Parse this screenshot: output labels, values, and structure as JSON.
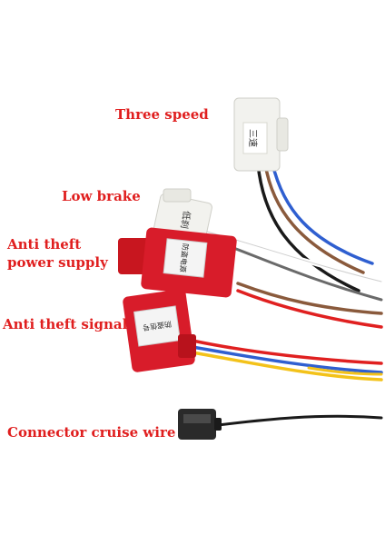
{
  "labels": {
    "three_speed": "Three speed",
    "low_brake": "Low brake",
    "anti_theft_power": "Anti theft\npower supply",
    "anti_theft_signal": "Anti theft signal",
    "cruise_wire": "Connector cruise wire"
  },
  "connector_tags": {
    "three_speed_tag": "三速",
    "low_brake_tag": "低刹",
    "power_tag": "防盗电源",
    "signal_tag": "防盗信号"
  },
  "colors": {
    "label_red": "#e01f1f",
    "connector_white": "#f2f2ee",
    "connector_red": "#d81c2a",
    "connector_black": "#2a2a2a"
  },
  "wire_colors": [
    "#8a5a3c",
    "#2f5fd0",
    "#1a1a1a",
    "#ffffff",
    "#e02020",
    "#f3c21a",
    "#6a6a6a"
  ]
}
